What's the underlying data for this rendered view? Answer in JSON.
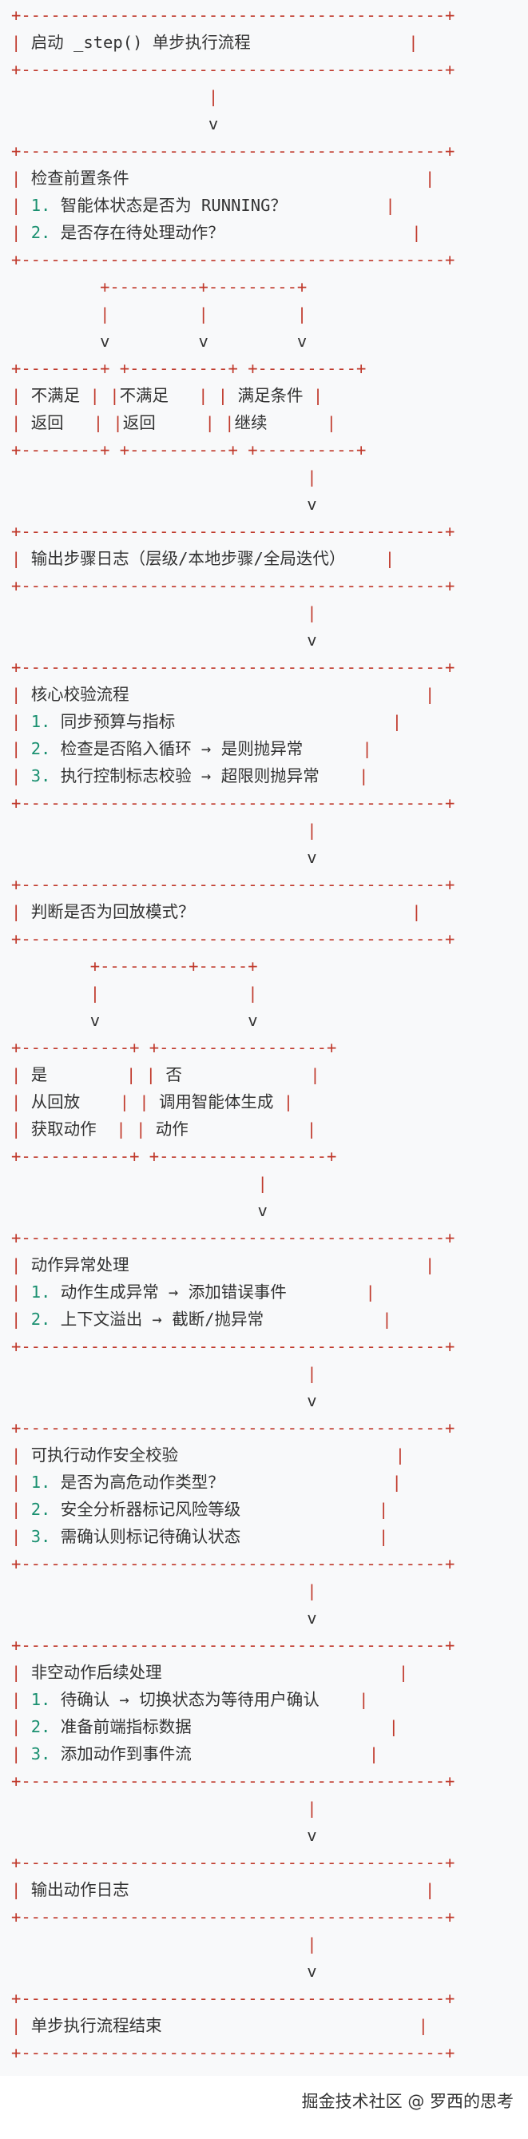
{
  "diagram": {
    "start": "启动 _step() 单步执行流程",
    "preconditions": {
      "title": "检查前置条件",
      "items": [
        "智能体状态是否为 RUNNING？",
        "是否存在待处理动作？"
      ]
    },
    "branch1": {
      "left": {
        "cond": "不满足",
        "action": "返回"
      },
      "middle": {
        "cond": "不满足",
        "action": "返回"
      },
      "right": {
        "cond": "满足条件",
        "action": "继续"
      }
    },
    "log_step": "输出步骤日志（层级/本地步骤/全局迭代）",
    "core_check": {
      "title": "核心校验流程",
      "items": [
        "同步预算与指标",
        "检查是否陷入循环 → 是则抛异常",
        "执行控制标志校验 → 超限则抛异常"
      ]
    },
    "replay_question": "判断是否为回放模式？",
    "branch2": {
      "yes": {
        "label": "是",
        "line2": "从回放",
        "line3": "获取动作"
      },
      "no": {
        "label": "否",
        "line2": "调用智能体生成",
        "line3": "动作"
      }
    },
    "exception": {
      "title": "动作异常处理",
      "items": [
        "动作生成异常 → 添加错误事件",
        "上下文溢出 → 截断/抛异常"
      ]
    },
    "safety": {
      "title": "可执行动作安全校验",
      "items": [
        "是否为高危动作类型？",
        "安全分析器标记风险等级",
        "需确认则标记待确认状态"
      ]
    },
    "followup": {
      "title": "非空动作后续处理",
      "items": [
        "待确认 → 切换状态为等待用户确认",
        "准备前端指标数据",
        "添加动作到事件流"
      ]
    },
    "log_action": "输出动作日志",
    "end": "单步执行流程结束"
  },
  "numbers": [
    "1.",
    "2.",
    "3."
  ],
  "watermark": "掘金技术社区 @ 罗西的思考",
  "colors": {
    "border": "#c0392b",
    "number": "#1a9070",
    "text": "#333333",
    "background": "#f8f9fa"
  }
}
